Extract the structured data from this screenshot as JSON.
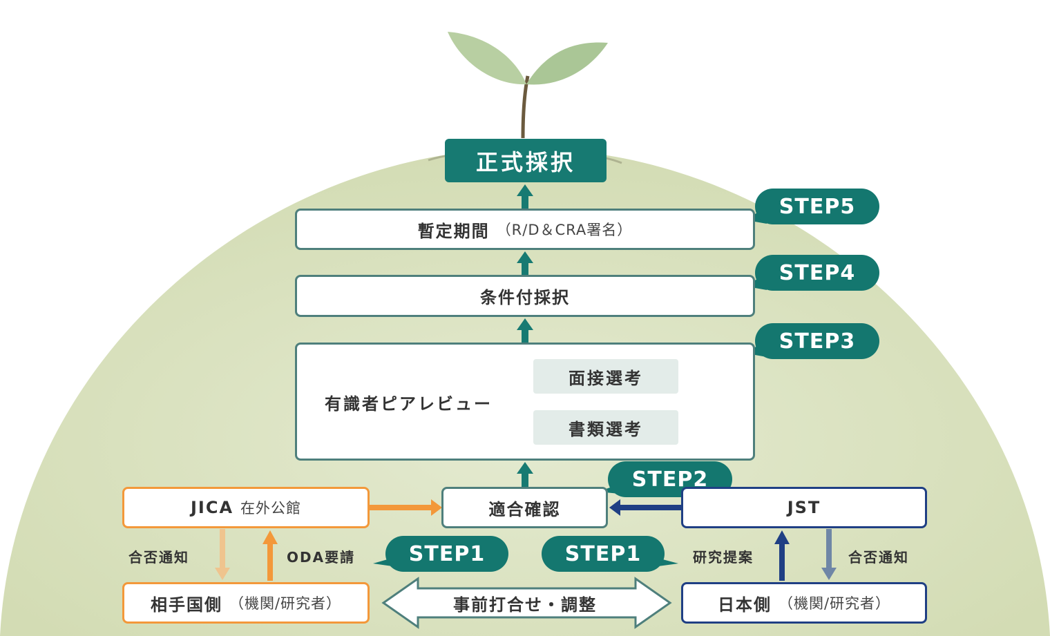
{
  "top_box": "正式採択",
  "steps": {
    "step5": {
      "badge": "STEP5",
      "title": "暫定期間",
      "sub": "（R/D＆CRA署名）"
    },
    "step4": {
      "badge": "STEP4",
      "title": "条件付採択"
    },
    "step3": {
      "badge": "STEP3",
      "title": "有識者ピアレビュー",
      "stage_upper": "面接選考",
      "stage_lower": "書類選考"
    },
    "step2": {
      "badge": "STEP2",
      "title": "適合確認"
    },
    "step1_left": {
      "badge": "STEP1"
    },
    "step1_right": {
      "badge": "STEP1"
    }
  },
  "left": {
    "org": "JICA",
    "org_sub": "在外公館",
    "party": "相手国側",
    "party_sub": "（機関/研究者）",
    "down_label": "合否通知",
    "up_label": "ODA要請"
  },
  "right": {
    "org": "JST",
    "party": "日本側",
    "party_sub": "（機関/研究者）",
    "up_label": "研究提案",
    "down_label": "合否通知"
  },
  "center_arrow": "事前打合せ・調整",
  "colors": {
    "teal": "#14776f",
    "orange": "#f3983a",
    "light_orange": "#efc48e",
    "navy": "#1f3f84",
    "slate": "#6f86a6",
    "dome": "#dce4c3"
  }
}
